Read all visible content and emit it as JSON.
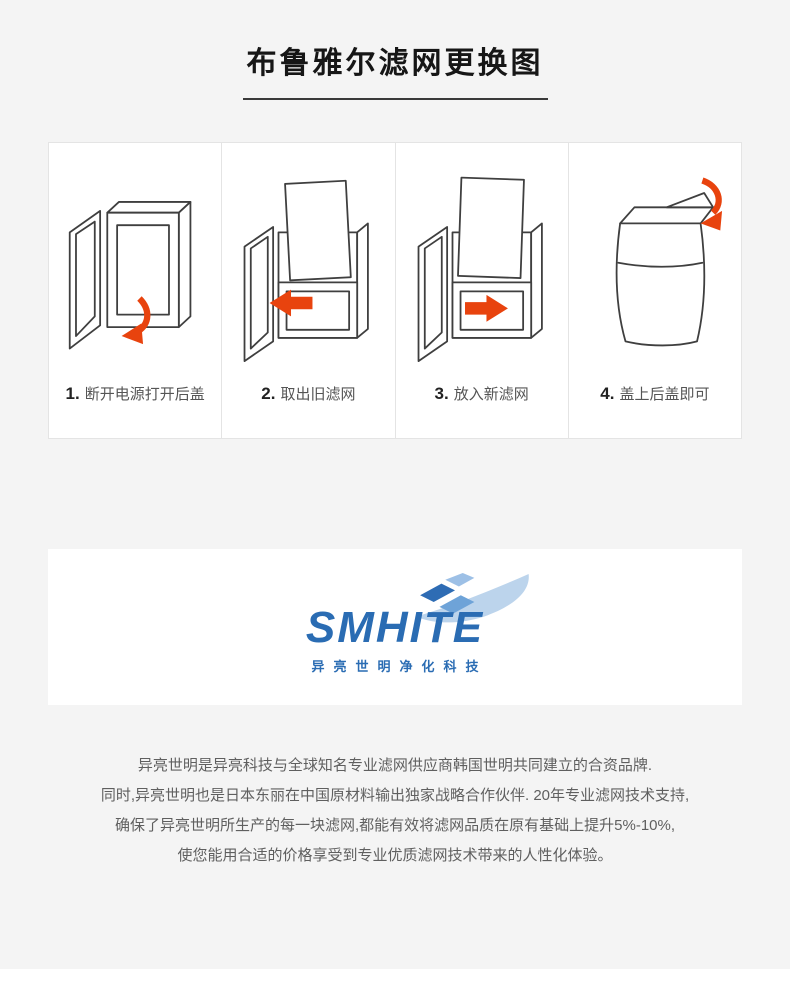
{
  "page": {
    "title": "布鲁雅尔滤网更换图"
  },
  "steps": [
    {
      "num": "1.",
      "label": "断开电源打开后盖"
    },
    {
      "num": "2.",
      "label": "取出旧滤网"
    },
    {
      "num": "3.",
      "label": "放入新滤网"
    },
    {
      "num": "4.",
      "label": "盖上后盖即可"
    }
  ],
  "brand": {
    "logo_text": "SMHITE",
    "logo_subtext": "异亮世明净化科技"
  },
  "description": {
    "lines": [
      "异亮世明是异亮科技与全球知名专业滤网供应商韩国世明共同建立的合资品牌.",
      "同时,异亮世明也是日本东丽在中国原材料输出独家战略合作伙伴. 20年专业滤网技术支持,",
      "确保了异亮世明所生产的每一块滤网,都能有效将滤网品质在原有基础上提升5%-10%,",
      "使您能用合适的价格享受到专业优质滤网技术带来的人性化体验。"
    ]
  },
  "colors": {
    "accent_red": "#e8430e",
    "brand_blue": "#2a6cb3",
    "background": "#f4f4f4"
  }
}
